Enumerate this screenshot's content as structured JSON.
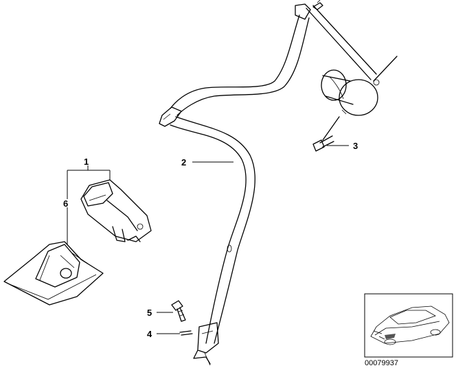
{
  "callouts": [
    {
      "number": "1",
      "part": "buckle-assembly"
    },
    {
      "number": "2",
      "part": "seat-belt-strap"
    },
    {
      "number": "3",
      "part": "mounting-bolt-retractor"
    },
    {
      "number": "4",
      "part": "washer"
    },
    {
      "number": "5",
      "part": "anchor-bolt"
    },
    {
      "number": "6",
      "part": "buckle-cover"
    }
  ],
  "inset": {
    "code": "00079937",
    "icon": "car-thumbnail-icon"
  },
  "colors": {
    "line": "#000000",
    "background": "#ffffff",
    "part_fill": "#f4f4f4"
  }
}
